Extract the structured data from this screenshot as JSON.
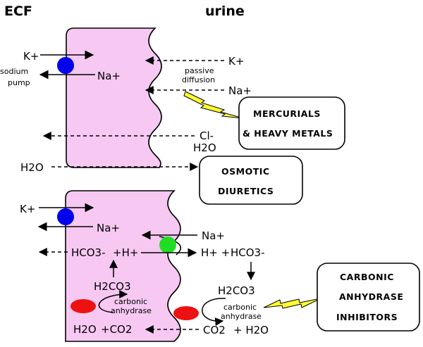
{
  "headers": {
    "left": "ECF",
    "right": "urine"
  },
  "cell_top": {
    "k_in": "K+",
    "na_out": "Na+",
    "sodium_pump": [
      "sodium",
      "pump"
    ],
    "k_urine": "K+",
    "na_urine": "Na+",
    "passive_diffusion": [
      "passive",
      "diffusion"
    ],
    "cl": "Cl-",
    "h2o_urine": "H2O",
    "h2o_ecf": "H2O"
  },
  "cell_bottom": {
    "k_in": "K+",
    "na_out": "Na+",
    "na_urine": "Na+",
    "hco3_ecf": "HCO3-",
    "h_plus": "+H+",
    "h_urine": "H+ +",
    "hco3_urine": "HCO3-",
    "h2co3_cell": "H2CO3",
    "h2co3_urine": "H2CO3",
    "ca_cell": [
      "carbonic",
      "anhydrase"
    ],
    "ca_urine": [
      "carbonic",
      "anhydrase"
    ],
    "h2o_cell": "H2O",
    "co2_cell": "+CO2",
    "co2_urine": "CO2",
    "h2o_urine": "+ H2O"
  },
  "boxes": {
    "mercurials": [
      "MERCURIALS",
      "& HEAVY METALS"
    ],
    "osmotic": [
      "OSMOTIC",
      "DIURETICS"
    ],
    "carbonic": [
      "CARBONIC",
      "ANHYDRASE",
      "INHIBITORS"
    ]
  },
  "colors": {
    "cell_fill": "#f6c8f2",
    "pump": "#0000ee",
    "exchanger": "#22dd22",
    "enzyme": "#ee1111",
    "lightning": "#ffff33"
  }
}
